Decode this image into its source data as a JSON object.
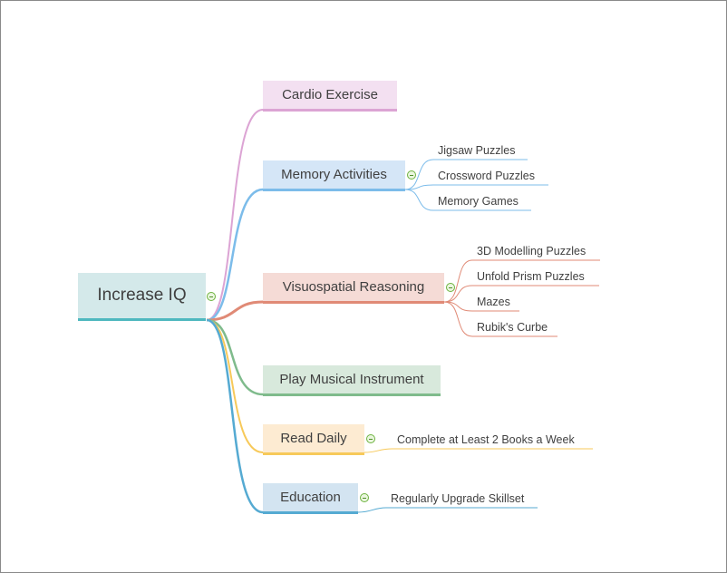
{
  "root": {
    "label": "Increase IQ",
    "color": "#d4e9ea",
    "line": "#4fb8bf"
  },
  "branches": [
    {
      "id": "cardio",
      "label": "Cardio Exercise",
      "fill": "#f3e0f1",
      "line": "#dca4d4",
      "children": []
    },
    {
      "id": "memory",
      "label": "Memory Activities",
      "fill": "#d5e6f7",
      "line": "#7cbcea",
      "children": [
        "Jigsaw Puzzles",
        "Crossword Puzzles",
        "Memory Games"
      ]
    },
    {
      "id": "visuo",
      "label": "Visuospatial Reasoning",
      "fill": "#f5dbd6",
      "line": "#e08a76",
      "children": [
        "3D Modelling Puzzles",
        "Unfold Prism Puzzles",
        "Mazes",
        "Rubik's Curbe"
      ]
    },
    {
      "id": "music",
      "label": "Play Musical Instrument",
      "fill": "#d8e9dc",
      "line": "#7fbb8c",
      "children": []
    },
    {
      "id": "read",
      "label": "Read Daily",
      "fill": "#fdebd2",
      "line": "#f7c95a",
      "children": [
        "Complete at Least 2 Books a Week"
      ]
    },
    {
      "id": "edu",
      "label": "Education",
      "fill": "#d3e4f1",
      "line": "#55aad2",
      "children": [
        "Regularly Upgrade Skillset"
      ]
    }
  ]
}
